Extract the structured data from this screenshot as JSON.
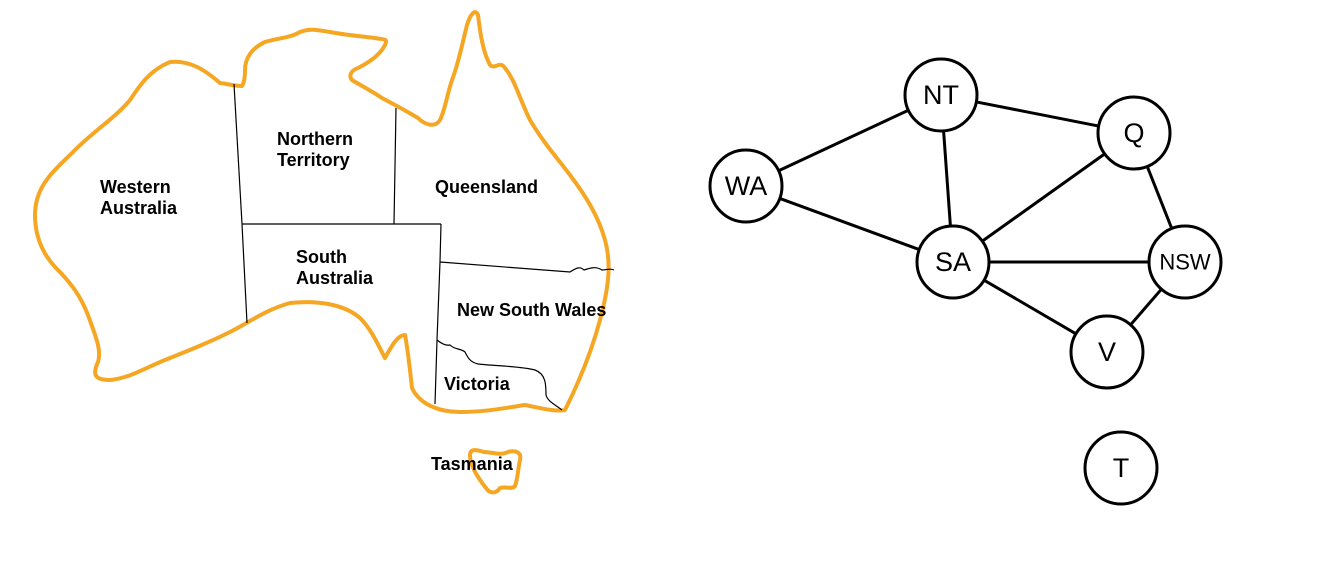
{
  "colors": {
    "coastline": "#F5A623",
    "borders": "#000000",
    "nodes": "#000000",
    "background": "#FFFFFF"
  },
  "map": {
    "regions": {
      "western_australia": [
        "Western",
        "Australia"
      ],
      "northern_territory": [
        "Northern",
        "Territory"
      ],
      "queensland": "Queensland",
      "south_australia": [
        "South",
        "Australia"
      ],
      "new_south_wales": "New South Wales",
      "victoria": "Victoria",
      "tasmania": "Tasmania"
    }
  },
  "graph": {
    "nodes": {
      "wa": "WA",
      "nt": "NT",
      "q": "Q",
      "sa": "SA",
      "nsw": "NSW",
      "v": "V",
      "t": "T"
    },
    "edges": [
      [
        "WA",
        "NT"
      ],
      [
        "WA",
        "SA"
      ],
      [
        "NT",
        "SA"
      ],
      [
        "NT",
        "Q"
      ],
      [
        "SA",
        "Q"
      ],
      [
        "SA",
        "NSW"
      ],
      [
        "SA",
        "V"
      ],
      [
        "Q",
        "NSW"
      ],
      [
        "NSW",
        "V"
      ]
    ]
  }
}
